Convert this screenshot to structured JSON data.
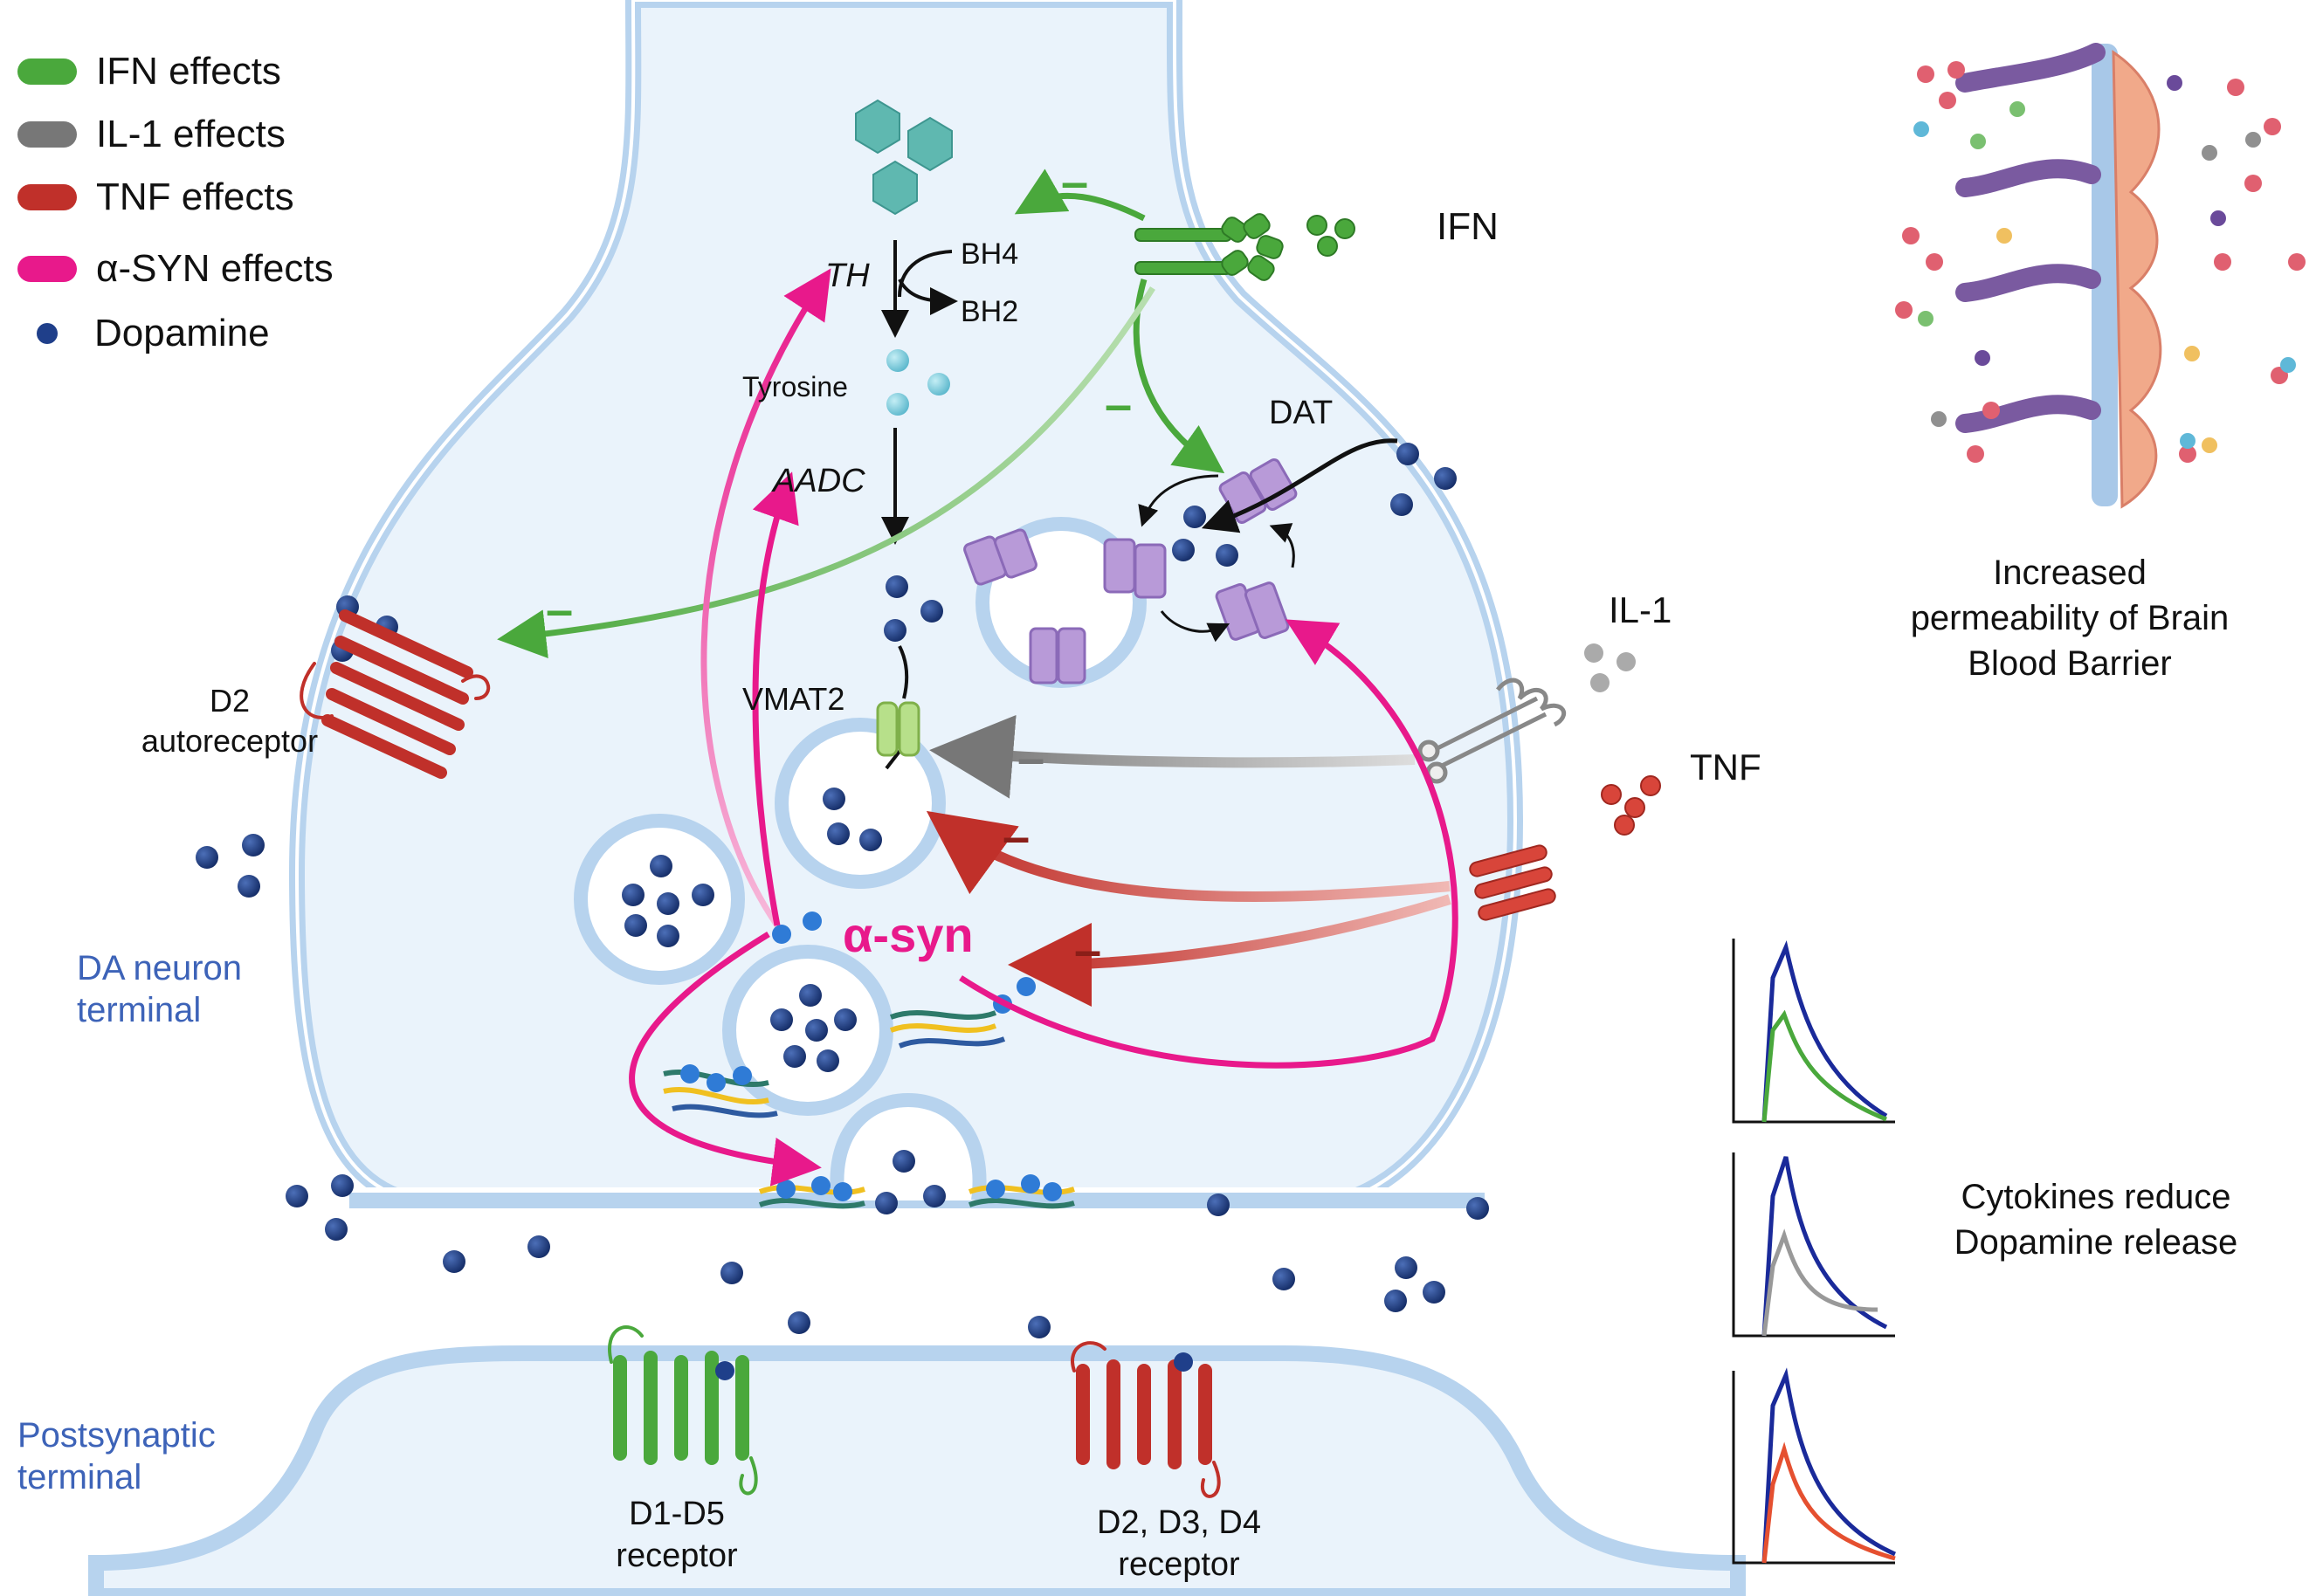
{
  "legend": [
    {
      "label": "IFN effects",
      "color": "#4aa83c"
    },
    {
      "label": "IL-1 effects",
      "color": "#777777"
    },
    {
      "label": "TNF effects",
      "color": "#c0302a"
    },
    {
      "label": "α-SYN effects",
      "color": "#e8198b"
    },
    {
      "label": "Dopamine",
      "color": "#1f3f8a"
    }
  ],
  "labels": {
    "th": "TH",
    "bh4": "BH4",
    "bh2": "BH2",
    "tyrosine": "Tyrosine",
    "aadc": "AADC",
    "vmat2": "VMAT2",
    "dat": "DAT",
    "d2_autoreceptor_line1": "D2",
    "d2_autoreceptor_line2": "autoreceptor",
    "ifn": "IFN",
    "il1": "IL-1",
    "tnf": "TNF",
    "asyn": "α-syn",
    "da_neuron_line1": "DA neuron",
    "da_neuron_line2": "terminal",
    "post_line1": "Postsynaptic",
    "post_line2": "terminal",
    "d1_line1": "D1-D5",
    "d1_line2": "receptor",
    "d2_line1": "D2, D3, D4",
    "d2_line2": "receptor",
    "bbb_line1": "Increased",
    "bbb_line2": "permeability of Brain",
    "bbb_line3": "Blood Barrier",
    "cyto_line1": "Cytokines reduce",
    "cyto_line2": "Dopamine release",
    "minus": "–"
  },
  "colors": {
    "membrane_fill": "#eaf3fb",
    "membrane_edge": "#b7d3ee",
    "ifn": "#4aa83c",
    "il1": "#777777",
    "tnf": "#c0302a",
    "asyn": "#e8198b",
    "dopamine": "#1f3f8a",
    "trace_control": "#1a2a9a"
  }
}
